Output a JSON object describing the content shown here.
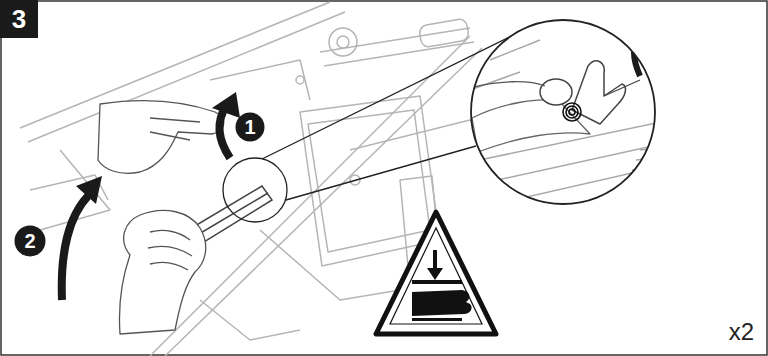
{
  "diagram": {
    "nodes": [
      {
        "text": [
          "3"
        ]
      },
      {
        "text": [
          "1"
        ]
      },
      {
        "text": [
          "2"
        ]
      }
    ],
    "labels": [
      "x2"
    ]
  }
}
